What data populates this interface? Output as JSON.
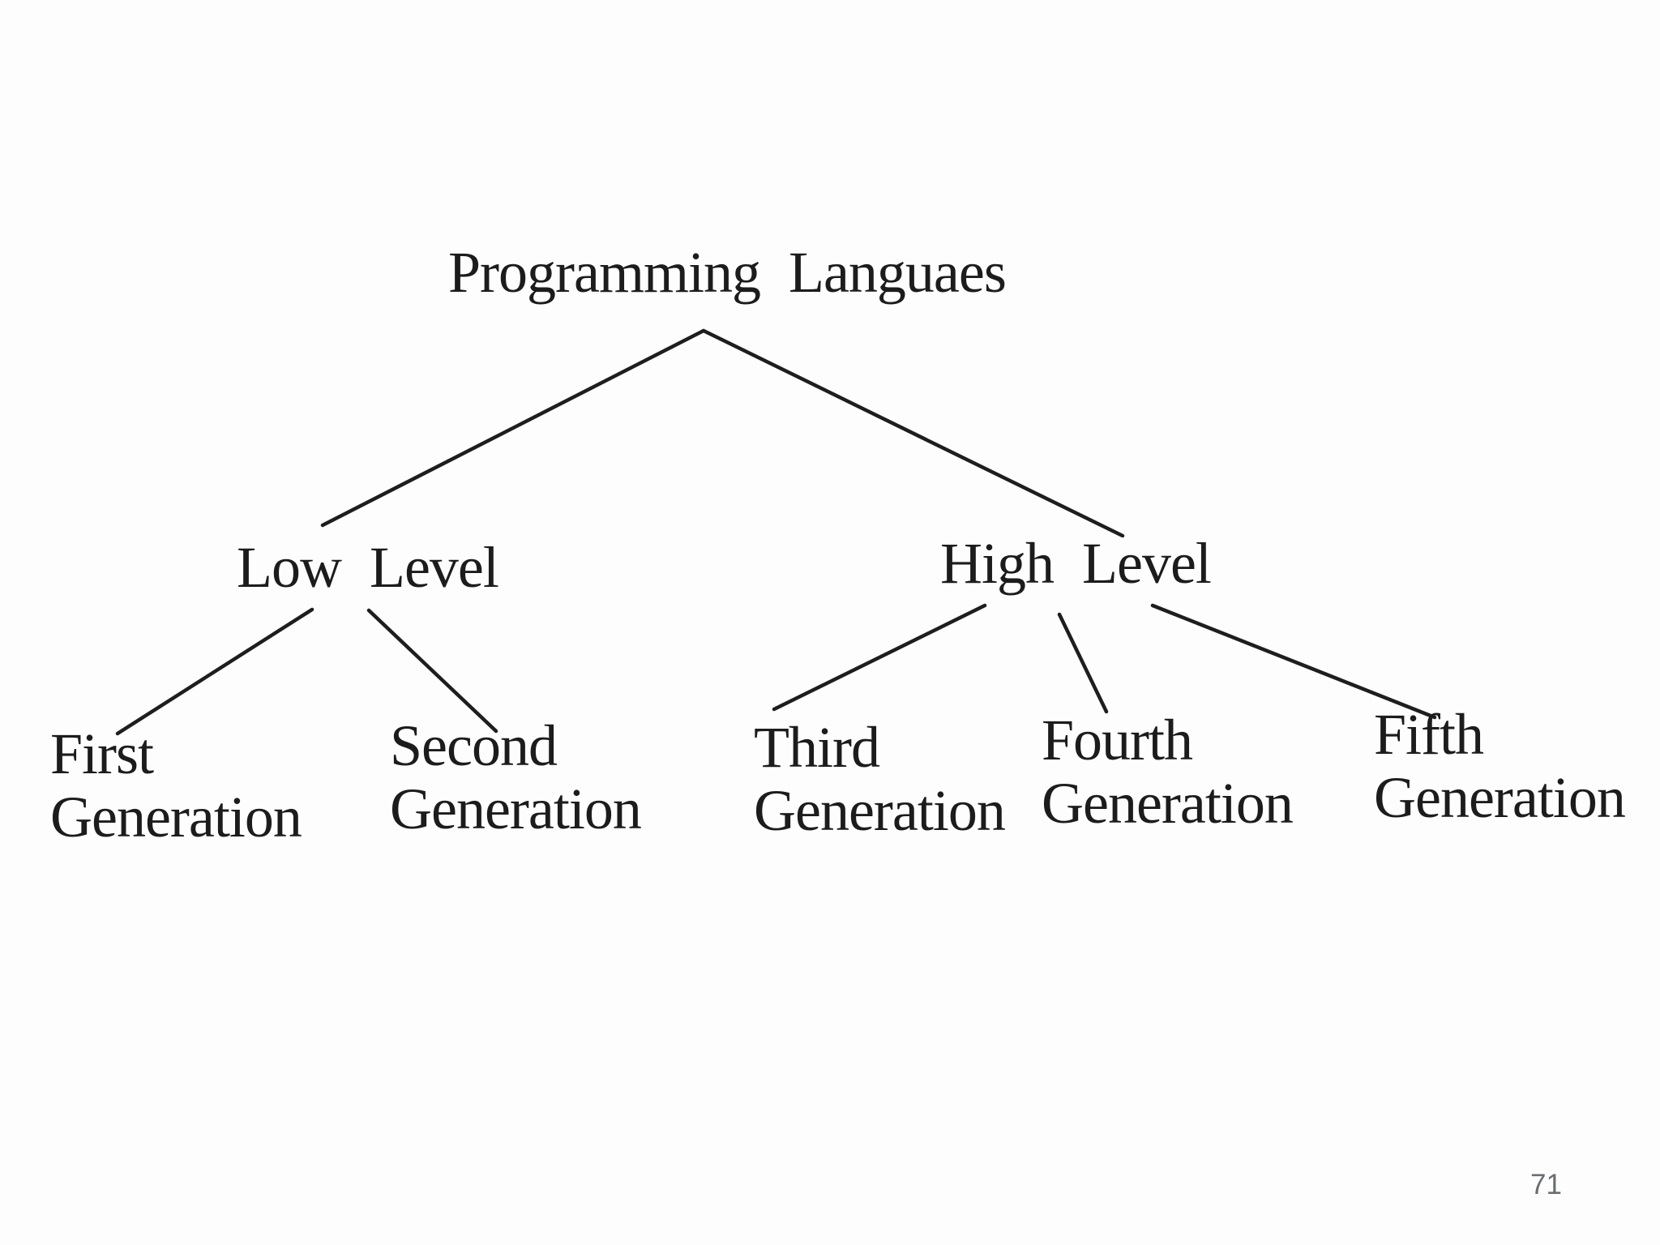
{
  "page": {
    "background_color": "#fdfdfd",
    "page_number": "71",
    "page_number_color": "#6a6d72"
  },
  "diagram": {
    "type": "tree",
    "text_color": "#1c1c1c",
    "line_color": "#1e1e1e",
    "root": {
      "label": "Programming Languaes"
    },
    "branches": [
      {
        "id": "low",
        "label": "Low Level",
        "parent": "root"
      },
      {
        "id": "high",
        "label": "High Level",
        "parent": "root"
      }
    ],
    "leaves": [
      {
        "id": "first",
        "line1": "First",
        "line2": "Generation",
        "parent": "low"
      },
      {
        "id": "second",
        "line1": "Second",
        "line2": "Generation",
        "parent": "low"
      },
      {
        "id": "third",
        "line1": "Third",
        "line2": "Generation",
        "parent": "high"
      },
      {
        "id": "fourth",
        "line1": "Fourth",
        "line2": "Generation",
        "parent": "high"
      },
      {
        "id": "fifth",
        "line1": "Fifth",
        "line2": "Generation",
        "parent": "high"
      }
    ]
  }
}
